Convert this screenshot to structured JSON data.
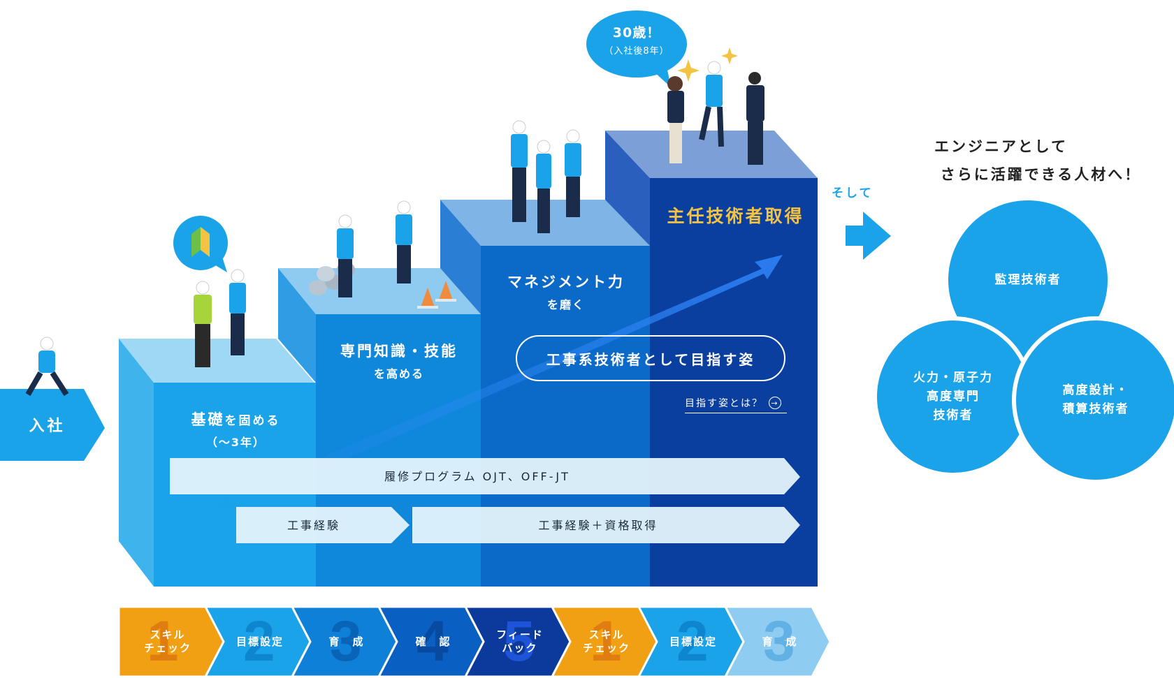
{
  "entry": {
    "label": "入社"
  },
  "steps": [
    {
      "title_main": "基礎",
      "title_rest": "を固める",
      "sub": "（〜3年）"
    },
    {
      "title": "専門知識・技能",
      "sub": "を高める"
    },
    {
      "title": "マネジメント力",
      "sub": "を磨く"
    },
    {
      "title": "主任技術者取得"
    }
  ],
  "speech_bubble": {
    "line1": "30歳！",
    "line2": "（入社後8年）"
  },
  "goal_pill": {
    "label": "工事系技術者として目指す姿"
  },
  "goal_link": {
    "label": "目指す姿とは？"
  },
  "bands": {
    "program": "履修プログラム OJT、OFF-JT",
    "experience": "工事経験",
    "experience_plus": "工事経験＋資格取得"
  },
  "cycle": [
    {
      "num": "1",
      "label": "スキル\nチェック",
      "color": "#f0a012",
      "numcolor": "#e07d10"
    },
    {
      "num": "2",
      "label": "目標設定",
      "color": "#1aa3e8",
      "numcolor": "#0d86cf"
    },
    {
      "num": "3",
      "label": "育　成",
      "color": "#0f80d8",
      "numcolor": "#0964b8"
    },
    {
      "num": "4",
      "label": "確　認",
      "color": "#0a5fc2",
      "numcolor": "#074aa0"
    },
    {
      "num": "5",
      "label": "フィード\nバック",
      "color": "#0c3a9c",
      "numcolor": "#1e55d8"
    },
    {
      "num": "1",
      "label": "スキル\nチェック",
      "color": "#f0a012",
      "numcolor": "#e07d10"
    },
    {
      "num": "2",
      "label": "目標設定",
      "color": "#1aa3e8",
      "numcolor": "#0d86cf"
    },
    {
      "num": "3",
      "label": "育　成",
      "color": "#7cc4ef",
      "numcolor": "#62b1e4"
    }
  ],
  "then_label": "そして",
  "headline": {
    "line1": "エンジニアとして",
    "line2": "さらに活躍できる人材へ！"
  },
  "careers": [
    {
      "label": "監理技術者"
    },
    {
      "label": "火力・原子力\n高度専門\n技術者"
    },
    {
      "label": "高度設計・\n積算技術者"
    }
  ],
  "colors": {
    "step1": "#1aa3e8",
    "step2": "#0f88dc",
    "step3": "#0b69c8",
    "step4": "#0a3fa0",
    "accent_gold": "#f5c342",
    "light_band": "#e4f3fb"
  }
}
